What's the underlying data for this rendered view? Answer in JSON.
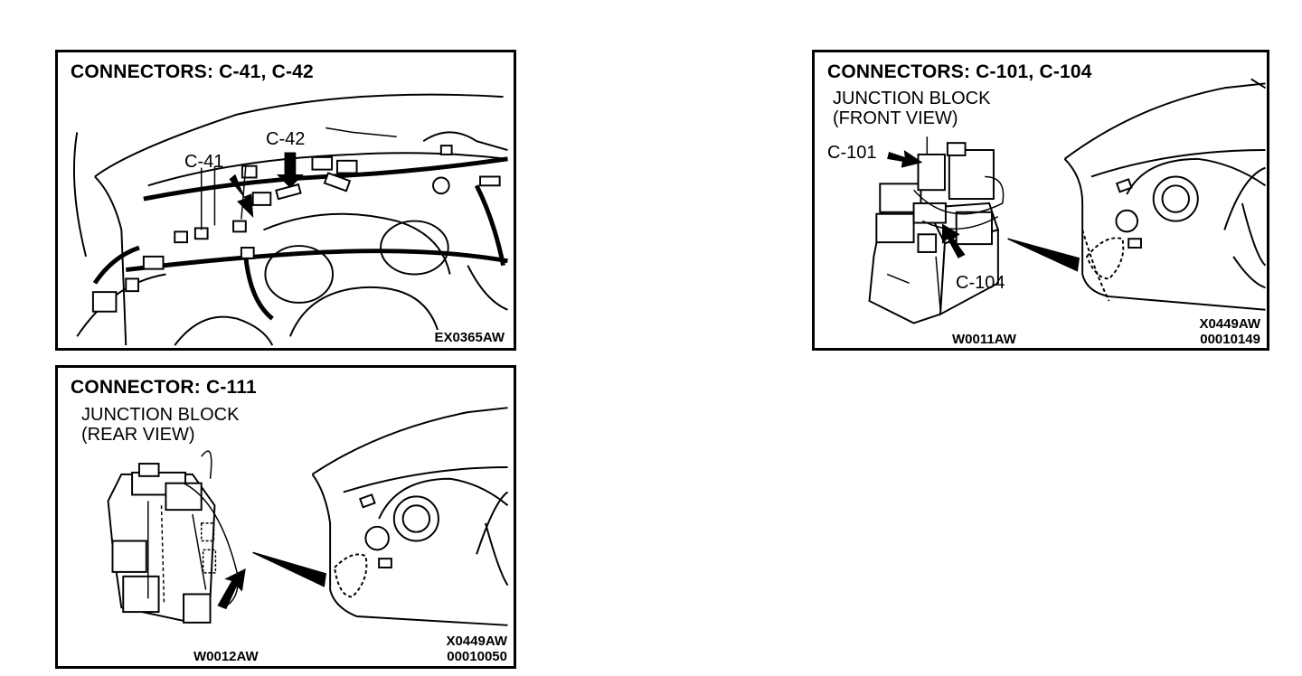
{
  "panels": {
    "c41_c42": {
      "title": "CONNECTORS: C-41, C-42",
      "label_c41": "C-41",
      "label_c42": "C-42",
      "code": "EX0365AW"
    },
    "c101_c104": {
      "title": "CONNECTORS: C-101, C-104",
      "subtitle_line1": "JUNCTION BLOCK",
      "subtitle_line2": "(FRONT VIEW)",
      "label_c101": "C-101",
      "label_c104": "C-104",
      "code_left": "W0011AW",
      "code_right_line1": "X0449AW",
      "code_right_line2": "00010149"
    },
    "c111": {
      "title": "CONNECTOR: C-111",
      "subtitle_line1": "JUNCTION BLOCK",
      "subtitle_line2": "(REAR VIEW)",
      "code_left": "W0012AW",
      "code_right_line1": "X0449AW",
      "code_right_line2": "00010050"
    }
  }
}
